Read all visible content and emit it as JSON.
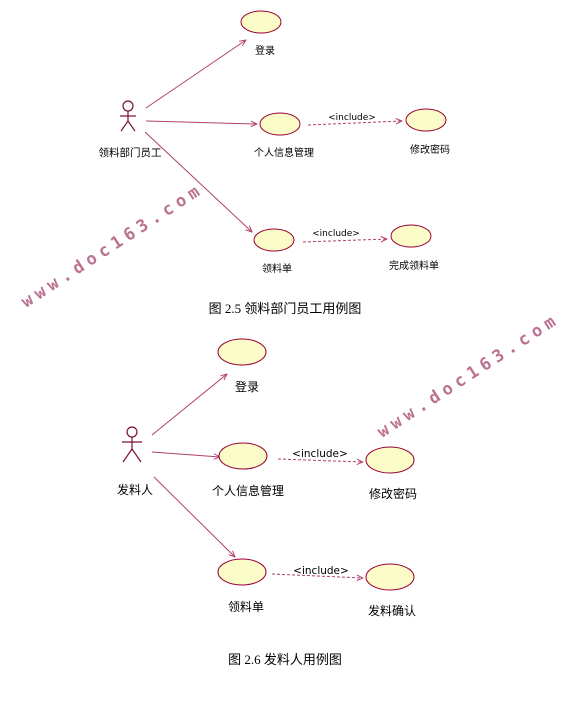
{
  "diagram1": {
    "actor": "领料部门员工",
    "use_cases": [
      "登录",
      "个人信息管理",
      "领料单",
      "修改密码",
      "完成领料单"
    ],
    "include_label": "<include>",
    "caption": "图 2.5 领料部门员工用例图"
  },
  "diagram2": {
    "actor": "发料人",
    "use_cases": [
      "登录",
      "个人信息管理",
      "领料单",
      "修改密码",
      "发料确认"
    ],
    "include_label": "<include>",
    "caption": "图 2.6  发料人用例图"
  },
  "watermark": "www.doc163.com",
  "colors": {
    "ellipse_fill": "#fcfcc8",
    "ellipse_stroke": "#990033",
    "line": "#b0406c",
    "watermark": "#b05a7e"
  }
}
